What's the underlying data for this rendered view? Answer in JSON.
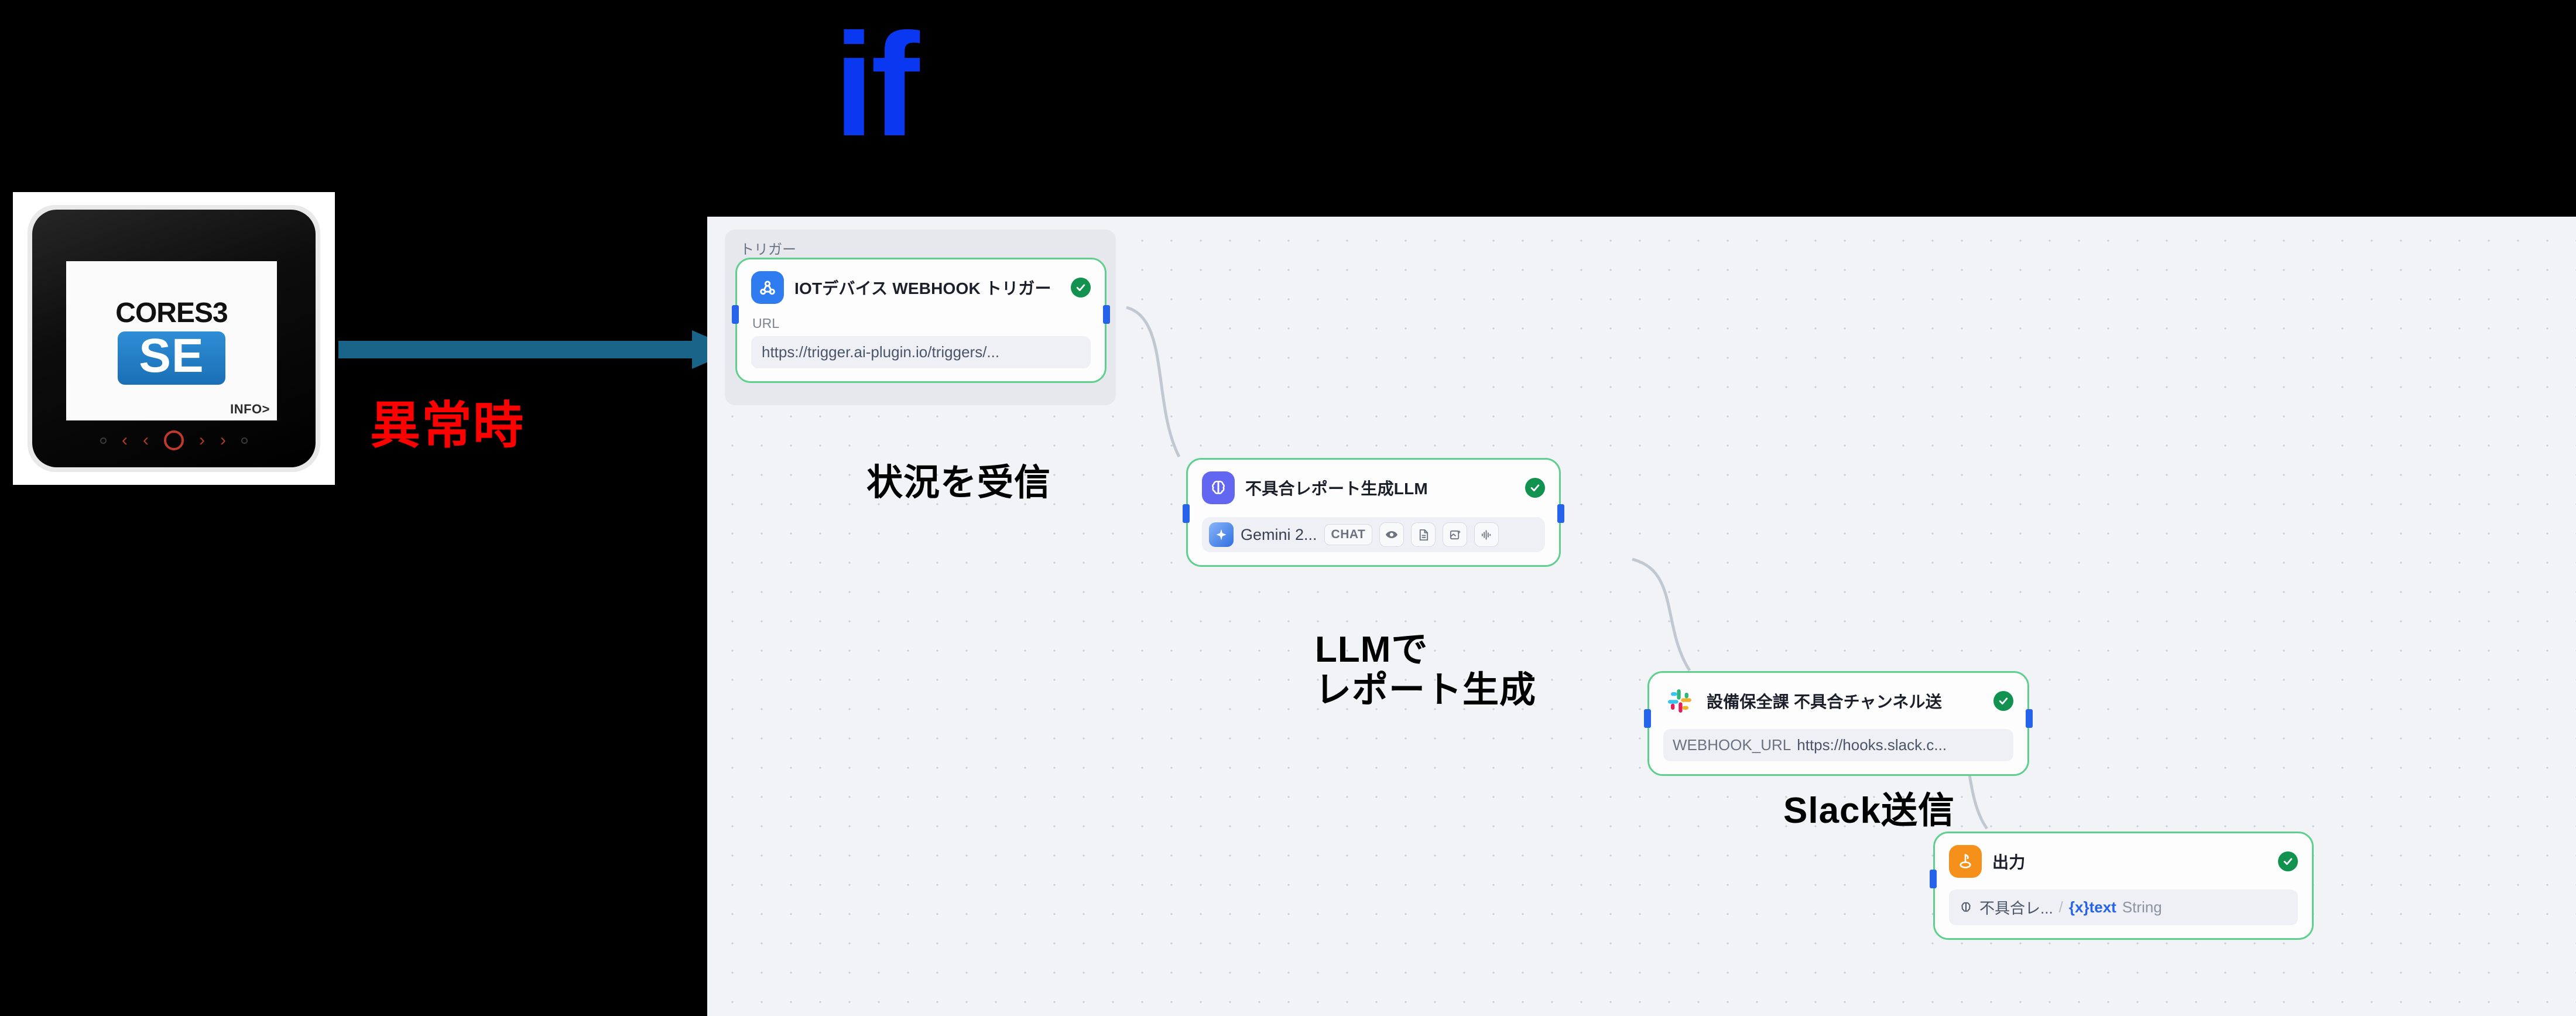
{
  "slide": {
    "logo_text": "if",
    "logo_color": "#0A37F0",
    "anomaly_label": "異常時",
    "anomaly_color": "#FF0000",
    "arrow_color": "#1a6489",
    "device": {
      "screen_title": "CORES3",
      "screen_badge": "SE",
      "screen_info": "INFO>"
    }
  },
  "canvas": {
    "background_color": "#f1f3f7",
    "node_border_color": "#5fcf8e"
  },
  "trigger_group": {
    "title": "トリガー"
  },
  "nodes": [
    {
      "id": "trigger",
      "title": "IOTデバイス WEBHOOK トリガー",
      "icon": "webhook-icon",
      "icon_color": "#2f7cf0",
      "status": "success",
      "field_label": "URL",
      "field_value": "https://trigger.ai-plugin.io/triggers/..."
    },
    {
      "id": "llm",
      "title": "不具合レポート生成LLM",
      "icon": "brain-icon",
      "icon_color": "#6366f1",
      "status": "success",
      "model": {
        "icon": "gemini-sparkle-icon",
        "name": "Gemini 2...",
        "chip": "CHAT",
        "capabilities": [
          "eye-icon",
          "document-icon",
          "image-generate-icon",
          "audio-waveform-icon"
        ]
      }
    },
    {
      "id": "slack",
      "title": "設備保全課 不具合チャンネル送",
      "icon": "slack-icon",
      "status": "success",
      "param_key": "WEBHOOK_URL",
      "param_value": "https://hooks.slack.c..."
    },
    {
      "id": "output",
      "title": "出力",
      "icon": "output-icon",
      "icon_color": "#f5901a",
      "status": "success",
      "param_source": "不具合レ...",
      "param_separator": "/",
      "param_var": "{x}text",
      "param_type": "String"
    }
  ],
  "annotations": [
    {
      "id": "receive",
      "text": "状況を受信"
    },
    {
      "id": "generate",
      "text": "LLMで\nレポート生成"
    },
    {
      "id": "send",
      "text": "Slack送信"
    }
  ]
}
